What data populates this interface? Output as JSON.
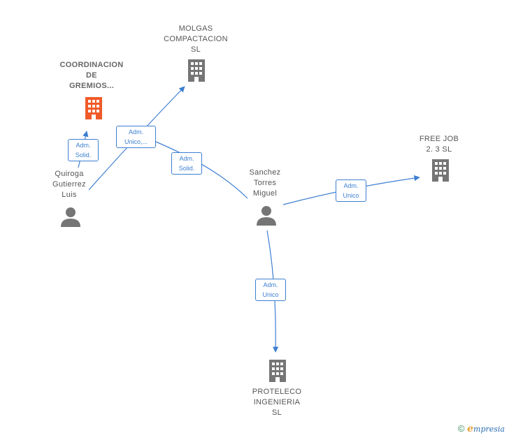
{
  "nodes": {
    "coordinacion": {
      "lines": [
        "COORDINACION",
        "DE",
        "GREMIOS..."
      ],
      "icon": "building-icon",
      "color": "#f05a28"
    },
    "molgas": {
      "lines": [
        "MOLGAS",
        "COMPACTACION",
        "SL"
      ],
      "icon": "building-icon",
      "color": "#757575"
    },
    "freejob": {
      "lines": [
        "FREE JOB",
        "2. 3  SL"
      ],
      "icon": "building-icon",
      "color": "#757575"
    },
    "proteleco": {
      "lines": [
        "PROTELECO",
        "INGENIERIA",
        "SL"
      ],
      "icon": "building-icon",
      "color": "#757575"
    },
    "quiroga": {
      "lines": [
        "Quiroga",
        "Gutierrez",
        "Luis"
      ],
      "icon": "person-icon",
      "color": "#757575"
    },
    "sanchez": {
      "lines": [
        "Sanchez",
        "Torres",
        "Miguel"
      ],
      "icon": "person-icon",
      "color": "#757575"
    }
  },
  "edges": {
    "quiroga_coordinacion": [
      "Adm.",
      "Solid."
    ],
    "quiroga_molgas": [
      "Adm.",
      "Unico,..."
    ],
    "sanchez_molgas": [
      "Adm.",
      "Solid."
    ],
    "sanchez_freejob": [
      "Adm.",
      "Unico"
    ],
    "sanchez_proteleco": [
      "Adm.",
      "Unico"
    ]
  },
  "edge_color": "#3d7fd1",
  "footer": {
    "copyright": "©",
    "brand_initial": "e",
    "brand_rest": "mpresia"
  }
}
